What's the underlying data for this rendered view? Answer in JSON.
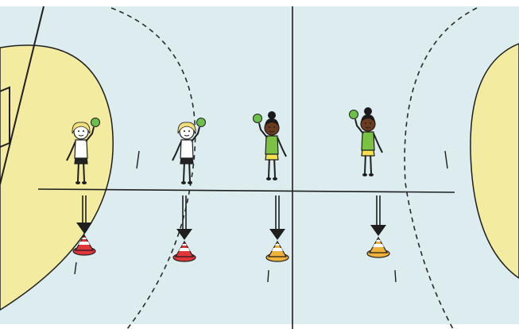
{
  "colors": {
    "court_floor": "#dcecef",
    "goal_area": "#f3eca0",
    "court_line": "#1f1f1f",
    "dashed_line": "#2a2a2a",
    "cone_red": "#e0363a",
    "cone_orange": "#f1b23a",
    "cone_stripe": "#ffffff",
    "ball_green": "#6cc04a",
    "shirt_white": "#ffffff",
    "shirt_green": "#7bc142",
    "shorts_yellow": "#f4e04d",
    "shorts_black": "#222222",
    "hair_blonde": "#f3df7a",
    "hair_dark": "#1a1a1a",
    "skin_light": "#ffffff",
    "skin_dark": "#6b3a1f"
  },
  "players": [
    {
      "id": "player-1",
      "hair": "blonde",
      "skin": "light",
      "kit": "white",
      "ball": true,
      "cone": "red"
    },
    {
      "id": "player-2",
      "hair": "blonde",
      "skin": "light",
      "kit": "white",
      "ball": true,
      "cone": "red"
    },
    {
      "id": "player-3",
      "hair": "dark",
      "skin": "dark",
      "kit": "green",
      "ball": true,
      "cone": "orange"
    },
    {
      "id": "player-4",
      "hair": "dark",
      "skin": "dark",
      "kit": "green",
      "ball": true,
      "cone": "orange"
    }
  ],
  "icons": {
    "ball": "handball-icon",
    "cone": "training-cone-icon",
    "arrow": "down-arrow-icon"
  }
}
